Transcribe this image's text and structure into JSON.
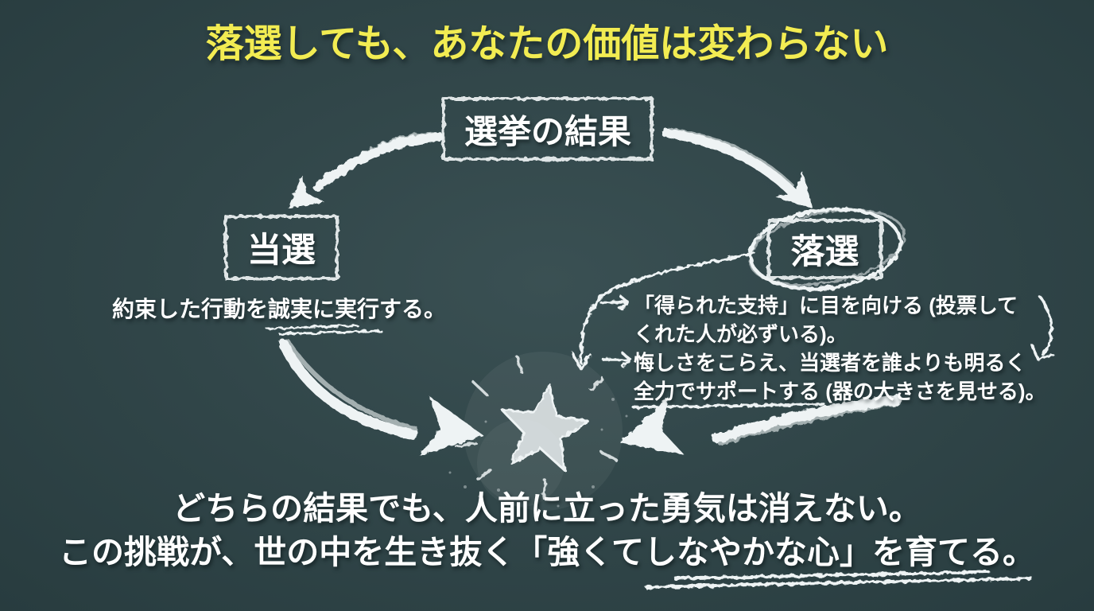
{
  "colors": {
    "background": "#314649",
    "title": "#f2ec52",
    "chalk": "#eef3f4"
  },
  "title": "落選しても、あなたの価値は変わらない",
  "diagram": {
    "root_label": "選挙の結果",
    "win": {
      "label": "当選",
      "note": "約束した行動を誠実に実行する。"
    },
    "lose": {
      "label": "落選",
      "notes": [
        "「得られた支持」に目を向ける (投票して\nくれた人が必ずいる)。",
        "悔しさをこらえ、当選者を誰よりも明るく\n全力でサポートする (器の大きさを見せる)。"
      ]
    }
  },
  "footer": {
    "line1": "どちらの結果でも、人前に立った勇気は消えない。",
    "line2": "この挑戦が、世の中を生き抜く「強くてしなやかな心」を育てる。"
  },
  "icons": [
    "chalk-arrow-down-left-icon",
    "chalk-arrow-down-right-icon",
    "chalk-ellipse-highlight-icon",
    "chalk-branch-arrow-icon",
    "small-arrow-right-icon",
    "chalk-curve-arrow-down-icon",
    "chalk-arrow-to-star-left-icon",
    "chalk-arrow-to-star-right-icon",
    "chalk-star-icon",
    "sparkle-dashes-icon",
    "chalk-dust-icon",
    "chalk-underline-icon"
  ]
}
